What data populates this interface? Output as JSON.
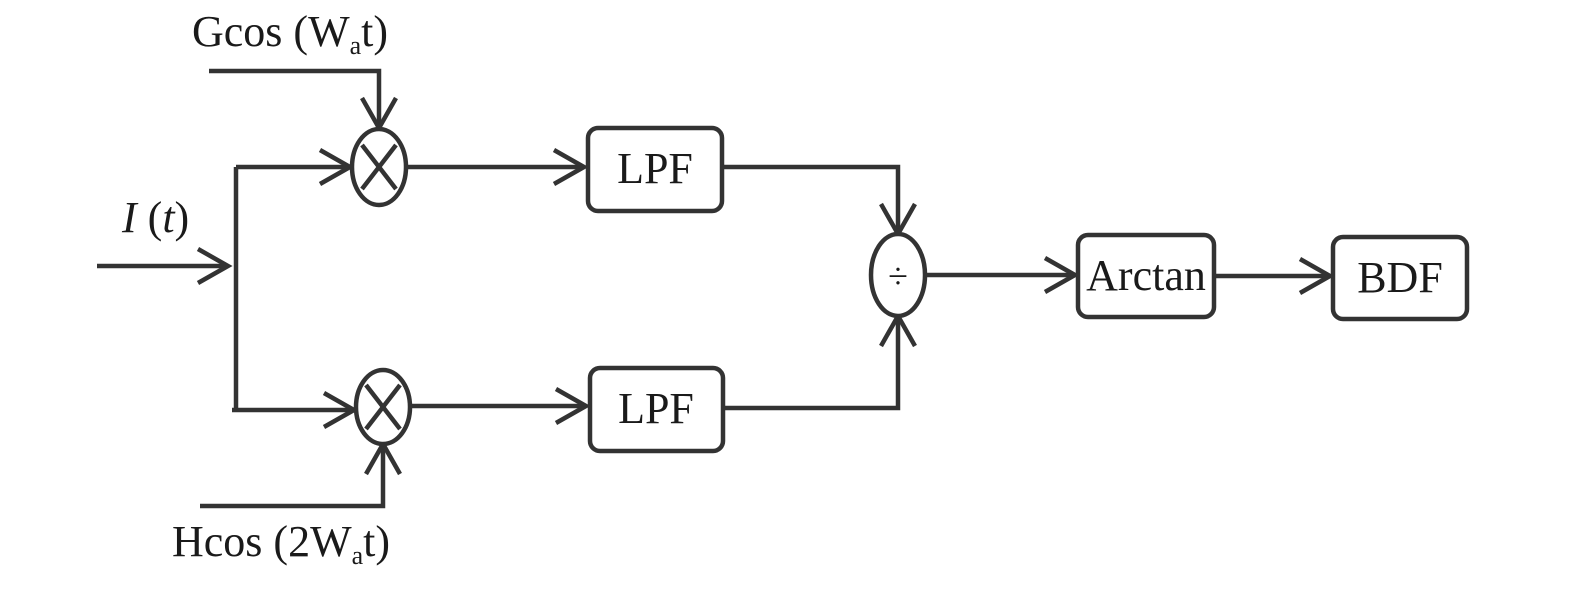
{
  "signals": {
    "carrier_top": {
      "prefix": "Gcos (W",
      "sub": "a",
      "suffix": "t)"
    },
    "carrier_bottom": {
      "prefix": "Hcos (2W",
      "sub": "a",
      "suffix": "t)"
    },
    "input": {
      "var": "I",
      "open": " (",
      "arg": "t",
      "close": ")"
    }
  },
  "blocks": {
    "lpf_top": "LPF",
    "lpf_bottom": "LPF",
    "arctan": "Arctan",
    "bdf": "BDF"
  },
  "operators": {
    "multiply_symbol": "×",
    "divide_symbol": "÷"
  },
  "colors": {
    "stroke": "#333333",
    "text": "#1a1a1a",
    "background": "#ffffff"
  }
}
